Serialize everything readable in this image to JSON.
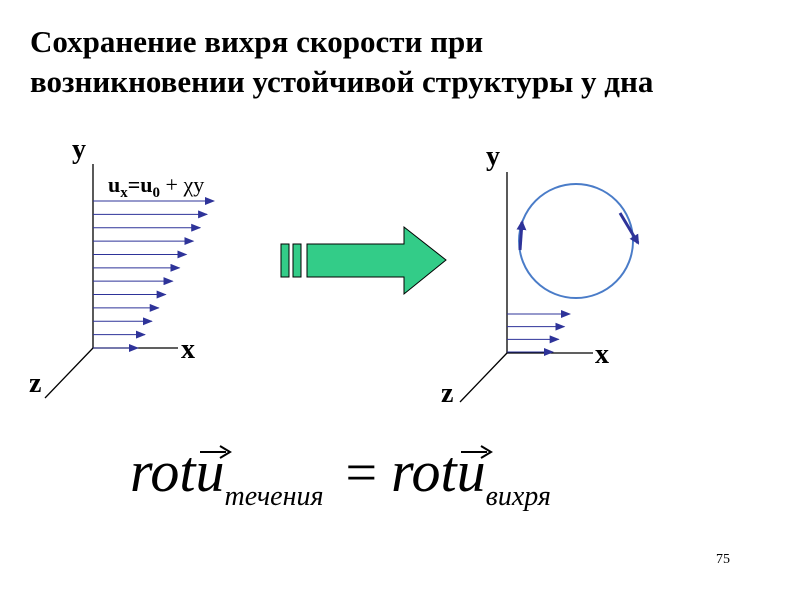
{
  "title": {
    "line1": "Сохранение вихря скорости при",
    "line2": "возникновении устойчивой структуры у дна"
  },
  "left_diagram": {
    "axis_y": "y",
    "axis_x": "x",
    "axis_z": "z",
    "formula_u": "u",
    "formula_u_sub": "x",
    "formula_eq": "=u",
    "formula_u0_sub": "0",
    "formula_rest": " + χy",
    "arrow_count": 12
  },
  "right_diagram": {
    "axis_y": "y",
    "axis_x": "x",
    "axis_z": "z",
    "arrow_count": 4
  },
  "transition_arrow": {
    "fill_color": "#33cc88"
  },
  "formula": {
    "lhs": "rot",
    "lhs_var": "u",
    "lhs_sub": "течения",
    "eq": "=",
    "rhs": "rot",
    "rhs_var": "u",
    "rhs_sub": "вихря"
  },
  "colors": {
    "arrow": "#2e3399",
    "circle": "#4a7cc8"
  },
  "page_number": "75"
}
